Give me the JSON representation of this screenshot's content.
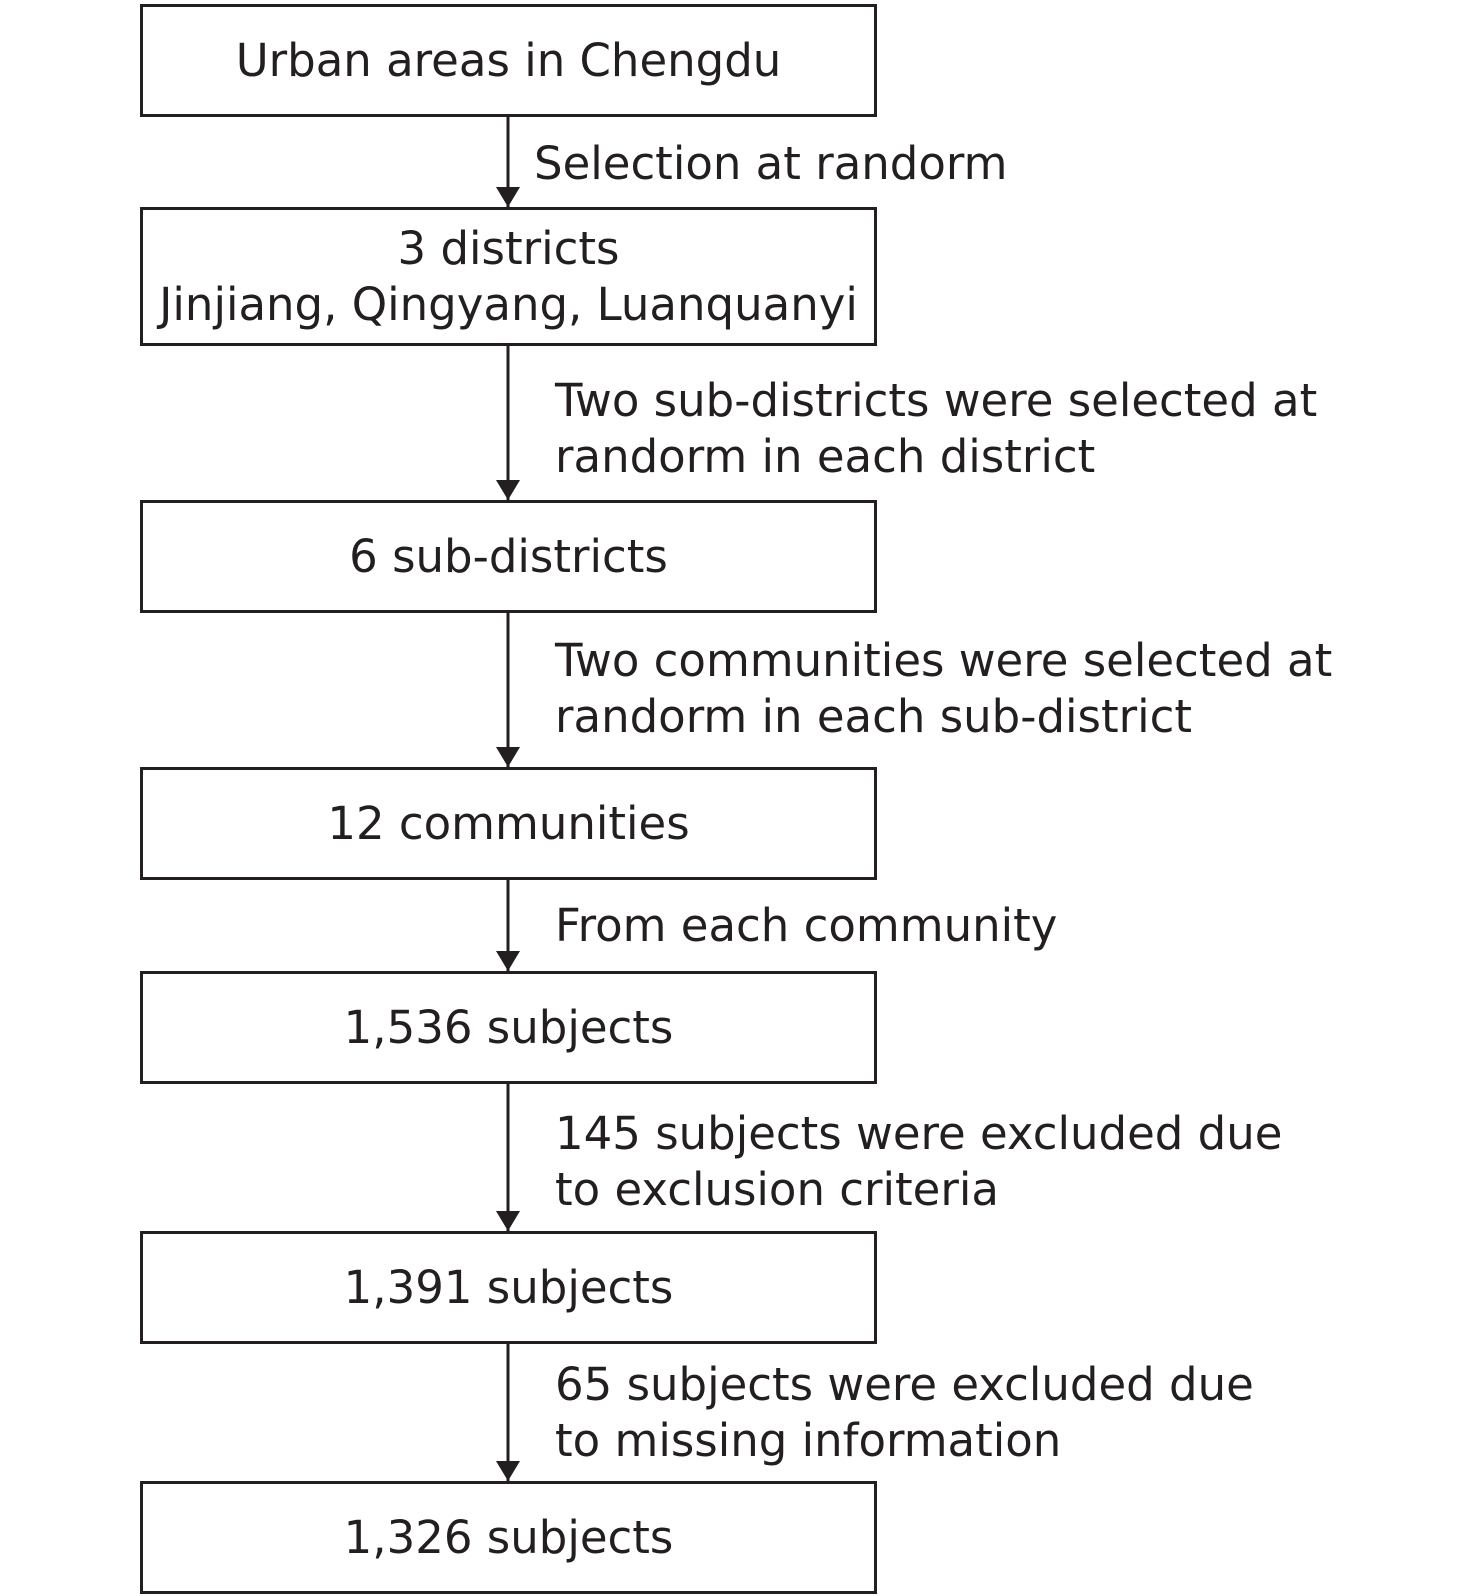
{
  "boxes": [
    {
      "lines": [
        "Urban areas in Chengdu"
      ]
    },
    {
      "lines": [
        "3 districts",
        "Jinjiang, Qingyang, Luanquanyi"
      ]
    },
    {
      "lines": [
        "6 sub-districts"
      ]
    },
    {
      "lines": [
        "12 communities"
      ]
    },
    {
      "lines": [
        "1,536 subjects"
      ]
    },
    {
      "lines": [
        "1,391 subjects"
      ]
    },
    {
      "lines": [
        "1,326 subjects"
      ]
    }
  ],
  "steps": [
    {
      "lines": [
        "Selection at randorm"
      ]
    },
    {
      "lines": [
        "Two sub-districts were selected at",
        "randorm in each district"
      ]
    },
    {
      "lines": [
        "Two communities were selected at",
        "randorm in each sub-district"
      ]
    },
    {
      "lines": [
        "From each community"
      ]
    },
    {
      "lines": [
        "145 subjects were excluded due",
        "to exclusion criteria"
      ]
    },
    {
      "lines": [
        "65 subjects were excluded due",
        "to missing information"
      ]
    }
  ]
}
